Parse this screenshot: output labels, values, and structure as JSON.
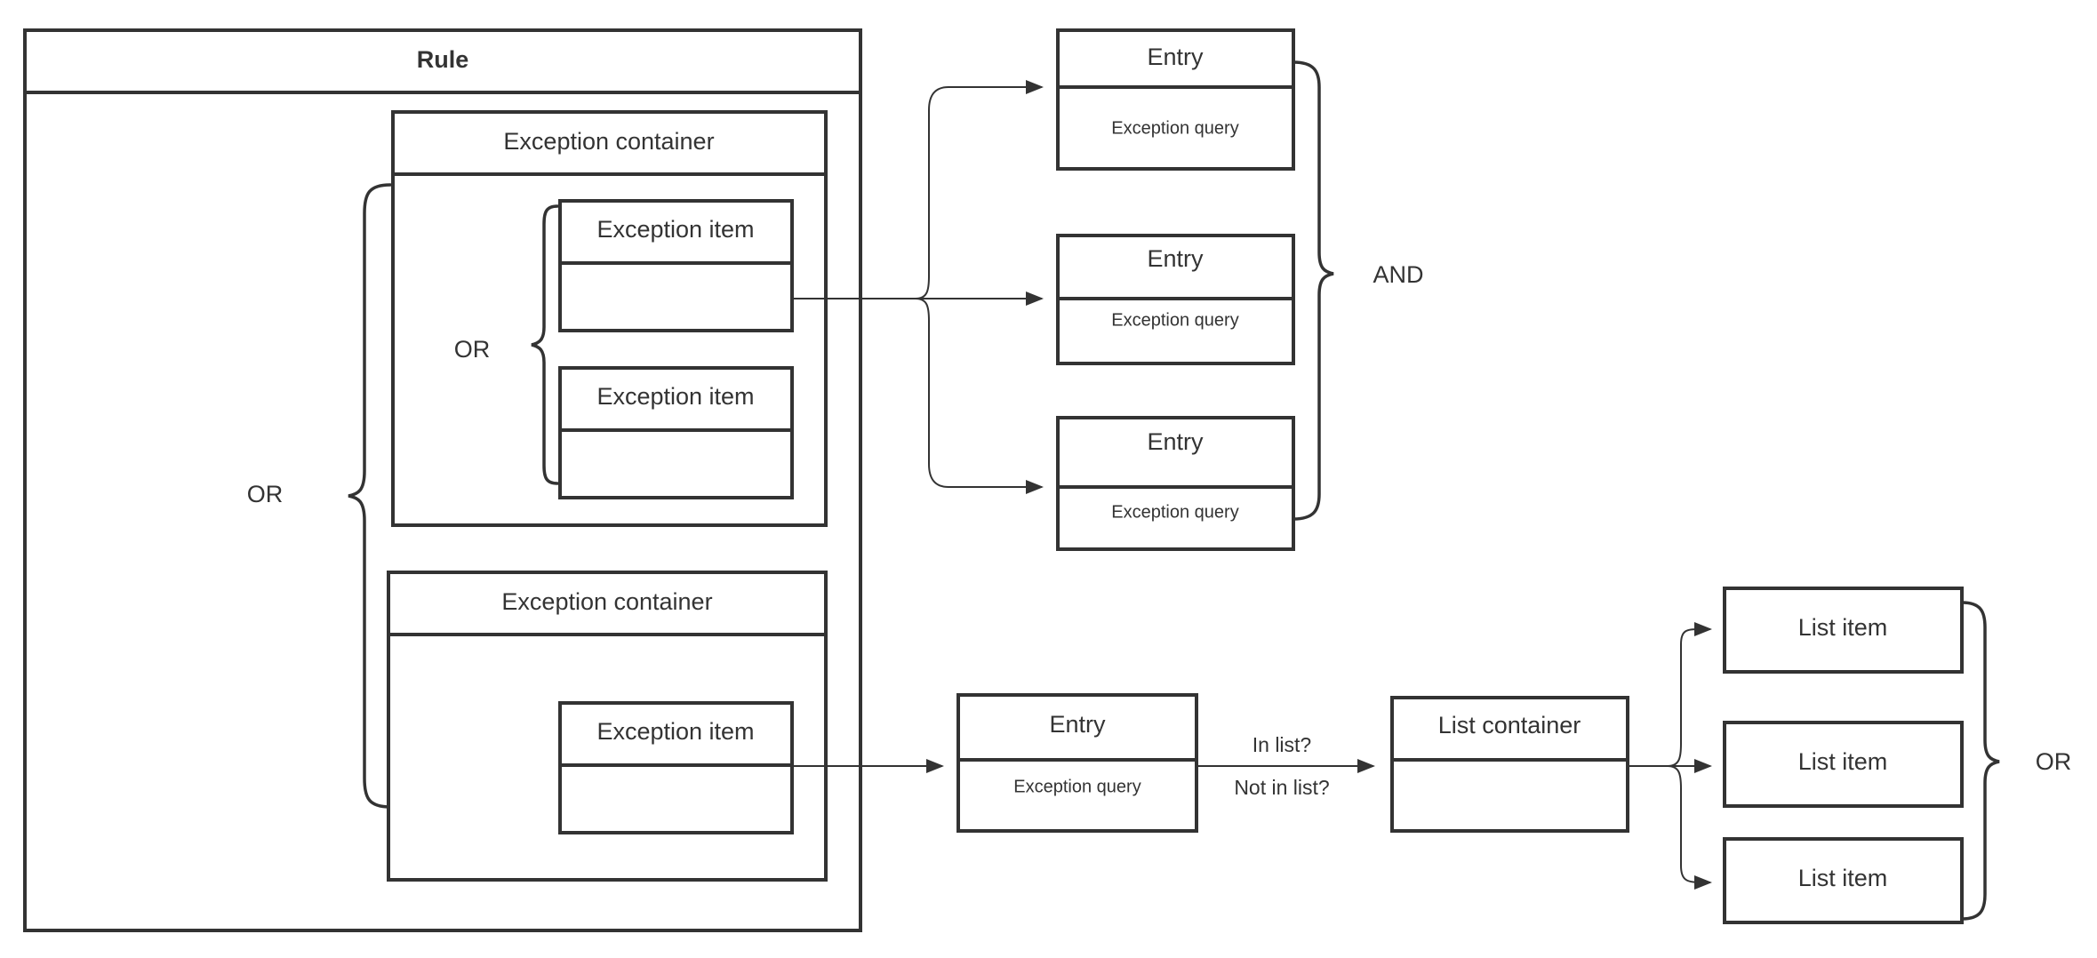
{
  "diagram": {
    "title": "Rule",
    "colors": {
      "stroke": "#333333",
      "background": "#ffffff",
      "text": "#333333"
    },
    "rule": {
      "label": "Rule"
    },
    "operators": {
      "outer_or": "OR",
      "inner_or": "OR",
      "entry_and": "AND",
      "list_or": "OR"
    },
    "exception_containers": [
      {
        "header": "Exception container",
        "items": [
          {
            "header": "Exception item",
            "body": ""
          },
          {
            "header": "Exception item",
            "body": ""
          }
        ]
      },
      {
        "header": "Exception container",
        "items": [
          {
            "header": "Exception item",
            "body": ""
          }
        ]
      }
    ],
    "entries": [
      {
        "header": "Entry",
        "body": "Exception query"
      },
      {
        "header": "Entry",
        "body": "Exception query"
      },
      {
        "header": "Entry",
        "body": "Exception query"
      }
    ],
    "list_entry": {
      "header": "Entry",
      "body": "Exception query"
    },
    "edge_labels": {
      "in_list": "In list?",
      "not_in_list": "Not in list?"
    },
    "list_container": {
      "header": "List container",
      "body": ""
    },
    "list_items": [
      {
        "label": "List item"
      },
      {
        "label": "List item"
      },
      {
        "label": "List item"
      }
    ]
  }
}
